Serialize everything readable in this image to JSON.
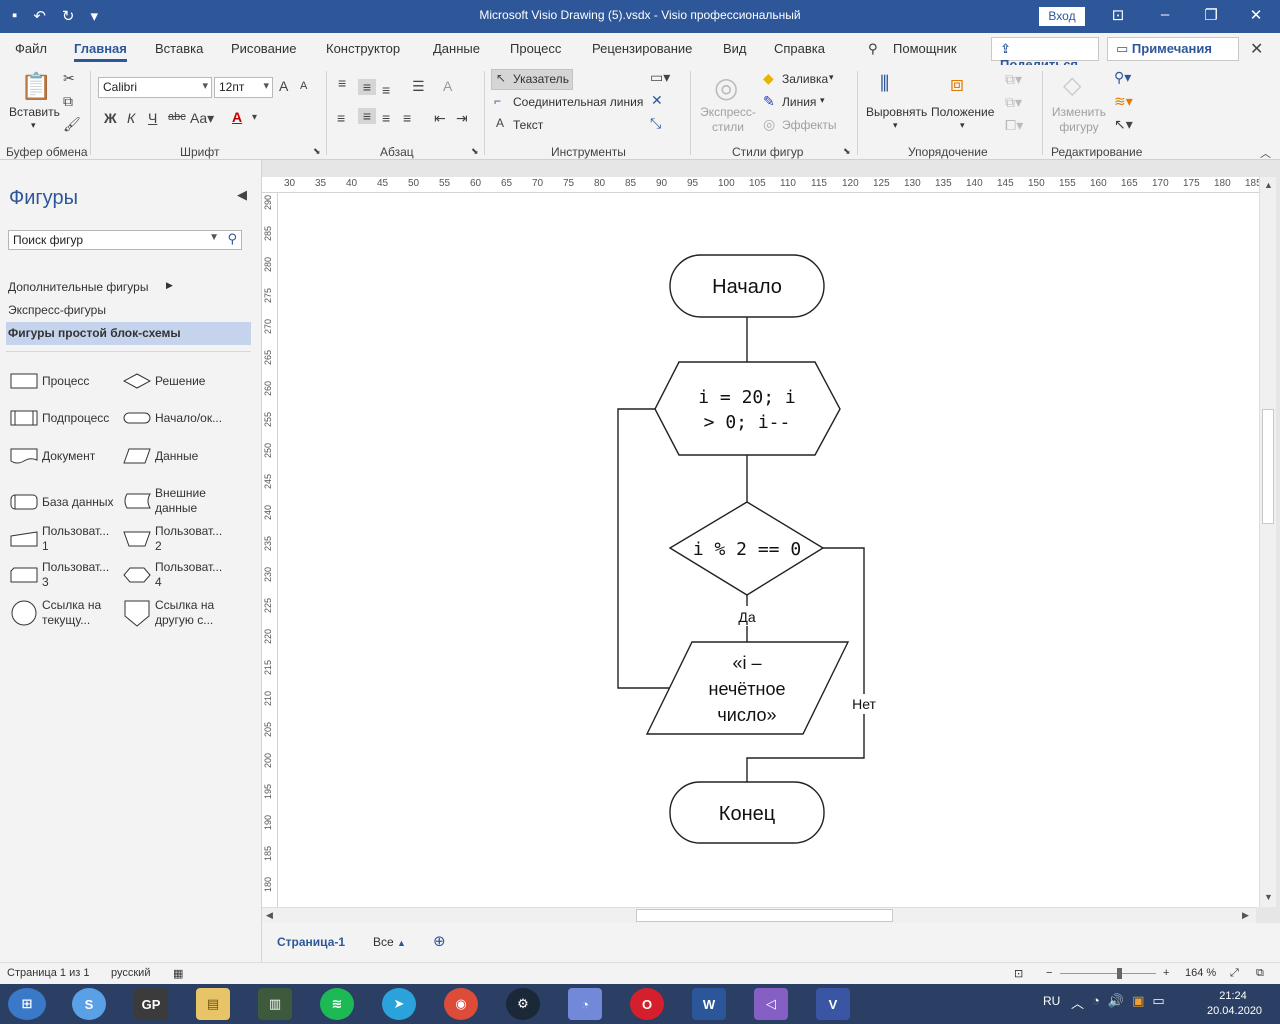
{
  "window": {
    "title": "Microsoft Visio Drawing (5).vsdx  -  Visio профессиональный",
    "login_label": "Вход"
  },
  "tabs": [
    "Файл",
    "Главная",
    "Вставка",
    "Рисование",
    "Конструктор",
    "Данные",
    "Процесс",
    "Рецензирование",
    "Вид",
    "Справка",
    "Помощник"
  ],
  "share_label": "Поделиться",
  "comments_label": "Примечания",
  "ribbon": {
    "clipboard": {
      "paste_label": "Вставить",
      "group_label": "Буфер обмена"
    },
    "font": {
      "font_name": "Calibri",
      "font_size": "12пт",
      "group_label": "Шрифт"
    },
    "paragraph": {
      "group_label": "Абзац"
    },
    "tools": {
      "pointer": "Указатель",
      "connector": "Соединительная линия",
      "text": "Текст",
      "group_label": "Инструменты"
    },
    "styles": {
      "quick_styles": "Экспресс-стили",
      "fill": "Заливка",
      "line": "Линия",
      "effects": "Эффекты",
      "group_label": "Стили фигур"
    },
    "arrange": {
      "align": "Выровнять",
      "position": "Положение",
      "group_label": "Упорядочение"
    },
    "editing": {
      "change_shape": "Изменить фигуру",
      "group_label": "Редактирование"
    }
  },
  "shapes_panel": {
    "title": "Фигуры",
    "search_placeholder": "Поиск фигур",
    "more_shapes": "Дополнительные фигуры",
    "quick_shapes": "Экспресс-фигуры",
    "basic_flowchart": "Фигуры простой блок-схемы",
    "items": [
      {
        "label": "Процесс",
        "icon": "process-shape-icon"
      },
      {
        "label": "Решение",
        "icon": "decision-shape-icon"
      },
      {
        "label": "Подпроцесс",
        "icon": "subprocess-shape-icon"
      },
      {
        "label": "Начало/ок...",
        "icon": "terminator-shape-icon"
      },
      {
        "label": "Документ",
        "icon": "document-shape-icon"
      },
      {
        "label": "Данные",
        "icon": "data-shape-icon"
      },
      {
        "label": "База данных",
        "icon": "database-shape-icon"
      },
      {
        "label": "Внешние данные",
        "icon": "external-data-shape-icon"
      },
      {
        "label": "Пользоват... 1",
        "icon": "custom-1-shape-icon"
      },
      {
        "label": "Пользоват... 2",
        "icon": "custom-2-shape-icon"
      },
      {
        "label": "Пользоват... 3",
        "icon": "custom-3-shape-icon"
      },
      {
        "label": "Пользоват... 4",
        "icon": "custom-4-shape-icon"
      },
      {
        "label": "Ссылка на текущу...",
        "icon": "on-page-reference-icon"
      },
      {
        "label": "Ссылка на другую с...",
        "icon": "off-page-reference-icon"
      }
    ]
  },
  "rulers": {
    "top": [
      "30",
      "35",
      "40",
      "45",
      "50",
      "55",
      "60",
      "65",
      "70",
      "75",
      "80",
      "85",
      "90",
      "95",
      "100",
      "105",
      "110",
      "115",
      "120",
      "125",
      "130",
      "135",
      "140",
      "145",
      "150",
      "155",
      "160",
      "165",
      "170",
      "175",
      "180",
      "185"
    ],
    "left": [
      "290",
      "285",
      "280",
      "275",
      "270",
      "265",
      "260",
      "255",
      "250",
      "245",
      "240",
      "235",
      "230",
      "225",
      "220",
      "215",
      "210",
      "205",
      "200",
      "195",
      "190",
      "185",
      "180"
    ]
  },
  "flowchart": {
    "start": "Начало",
    "loop": [
      "i = 20; i",
      "> 0; i--"
    ],
    "condition": "i % 2 == 0",
    "yes": "Да",
    "no": "Нет",
    "output": [
      "«i –",
      "нечётное",
      "число»"
    ],
    "end": "Конец"
  },
  "pages": {
    "page_tab": "Страница-1",
    "all_tab": "Все"
  },
  "status": {
    "page_info": "Страница 1 из 1",
    "language": "русский",
    "zoom": "164 %"
  },
  "taskbar": {
    "lang": "RU",
    "time": "21:24",
    "date": "20.04.2020"
  }
}
